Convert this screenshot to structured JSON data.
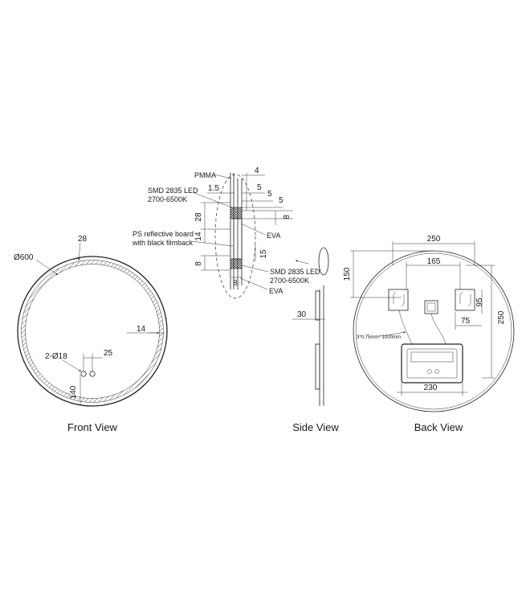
{
  "views": {
    "front": "Front View",
    "side": "Side View",
    "back": "Back View"
  },
  "front": {
    "diameter": "Ø600",
    "ring_width": "28",
    "edge_offset": "14",
    "holes": "2-Ø18",
    "hole_spacing": "25",
    "hole_height": "140"
  },
  "detail": {
    "pmma": "PMMA",
    "dim_4": "4",
    "led_line1": "SMD 2835 LED",
    "led_line2": "2700-6500K",
    "dim_1_5": "1.5",
    "dim_5a": "5",
    "dim_5b": "5",
    "dim_5c": "5",
    "dim_28": "28",
    "dim_8_right": "8",
    "board_line1": "PS reflective board",
    "board_line2": "with black filmback",
    "eva_top": "EVA",
    "dim_14": "14",
    "dim_15": "15",
    "dim_8_left": "8",
    "led2_line1": "SMD 2835 LED",
    "led2_line2": "2700-6500K",
    "dim_8_bottom": "8",
    "eva_bottom": "EVA"
  },
  "side": {
    "depth": "30"
  },
  "back": {
    "dim_250_top": "250",
    "dim_165": "165",
    "dim_150": "150",
    "dim_95": "95",
    "dim_250_right": "250",
    "dim_75": "75",
    "cable": "3*0.75mm²*1000mm",
    "dim_230": "230"
  }
}
